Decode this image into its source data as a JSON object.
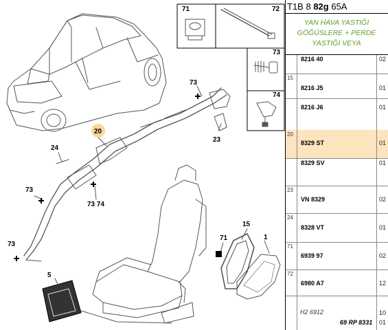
{
  "header": {
    "prefix": "T1B 8",
    "bold": "82g",
    "suffix": "65A"
  },
  "description": {
    "line1": "YAN HAVA YASTIĞI",
    "line2": "GÖĞÜSLERE + PERDE",
    "line3": "YASTIĞI VEYA"
  },
  "callouts": {
    "c71a": "71",
    "c72": "72",
    "c73a": "73",
    "c74": "74",
    "c73b": "73",
    "c20": "20",
    "c23": "23",
    "c24": "24",
    "c73c": "73",
    "c73d": "73",
    "c7374": "73 74",
    "c5": "5",
    "c15": "15",
    "c71b": "71",
    "c1": "1"
  },
  "rows": [
    {
      "idx": "",
      "ref": "8216 40",
      "qty": "02",
      "highlight": false
    },
    {
      "idx": "15",
      "ref": "8216 J5",
      "qty": "01",
      "highlight": false
    },
    {
      "idx": "",
      "ref": "8216 J6",
      "qty": "01",
      "highlight": false
    },
    {
      "idx": "20",
      "ref": "8329 ST",
      "qty": "01",
      "highlight": true
    },
    {
      "idx": "",
      "ref": "8329 SV",
      "qty": "01",
      "highlight": false
    },
    {
      "idx": "23",
      "ref": "VN 8329",
      "qty": "02",
      "highlight": false
    },
    {
      "idx": "24",
      "ref": "8328 VT",
      "qty": "01",
      "highlight": false
    },
    {
      "idx": "71",
      "ref": "6939 97",
      "qty": "02",
      "highlight": false
    },
    {
      "idx": "72",
      "ref": "6980 A7",
      "qty": "12",
      "highlight": false
    },
    {
      "idx": "",
      "ref": "H2 6912",
      "qty": "10",
      "highlight": false
    }
  ],
  "footer": {
    "code": "69 RP 8331",
    "qty": "01"
  },
  "colors": {
    "accent_green": "#5aa02c",
    "highlight": "#fce4bf"
  }
}
